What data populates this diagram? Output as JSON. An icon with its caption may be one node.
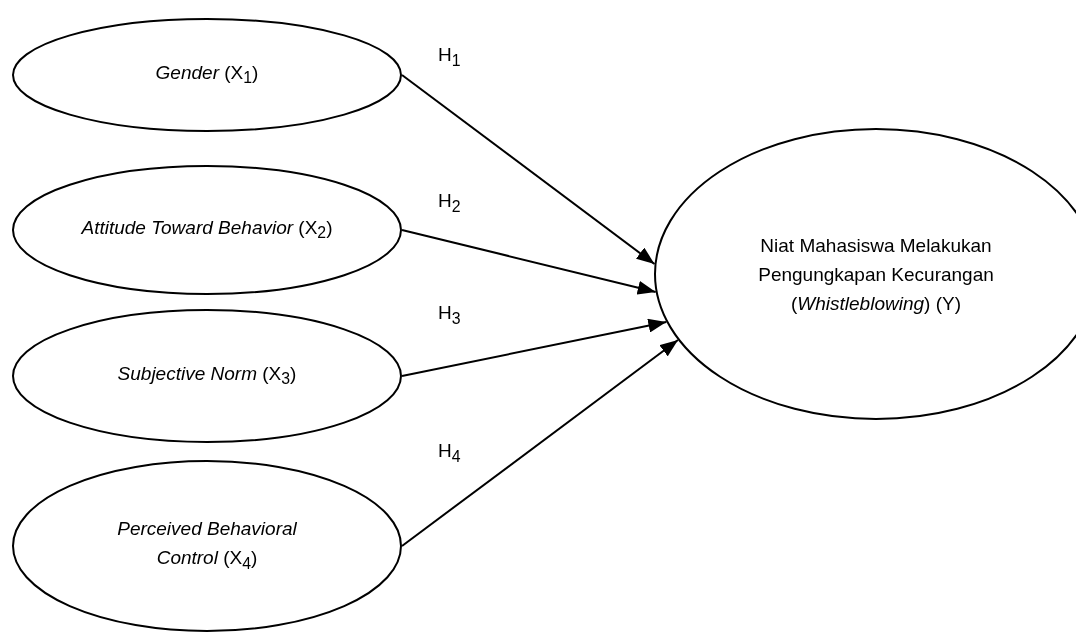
{
  "diagram": {
    "nodes": [
      {
        "text": [
          "*Gender* (X$_{1}$)"
        ]
      },
      {
        "text": [
          "*Attitude Toward Behavior* (X$_{2}$)"
        ]
      },
      {
        "text": [
          "*Subjective Norm* (X$_{3}$)"
        ]
      },
      {
        "text": [
          "*Perceived Behavioral Control* (X$_{4}$)"
        ]
      },
      {
        "text": [
          "Niat Mahasiswa Melakukan Pengungkapan Kecurangan (*Whistleblowing*) (Y)"
        ]
      }
    ],
    "edges": [
      {
        "from": 0,
        "to": 4,
        "arrow": "to",
        "label": "H$_{1}$"
      },
      {
        "from": 1,
        "to": 4,
        "arrow": "to",
        "label": "H$_{2}$"
      },
      {
        "from": 2,
        "to": 4,
        "arrow": "to",
        "label": "H$_{3}$"
      },
      {
        "from": 3,
        "to": 4,
        "arrow": "to",
        "label": "H$_{4}$"
      }
    ]
  }
}
